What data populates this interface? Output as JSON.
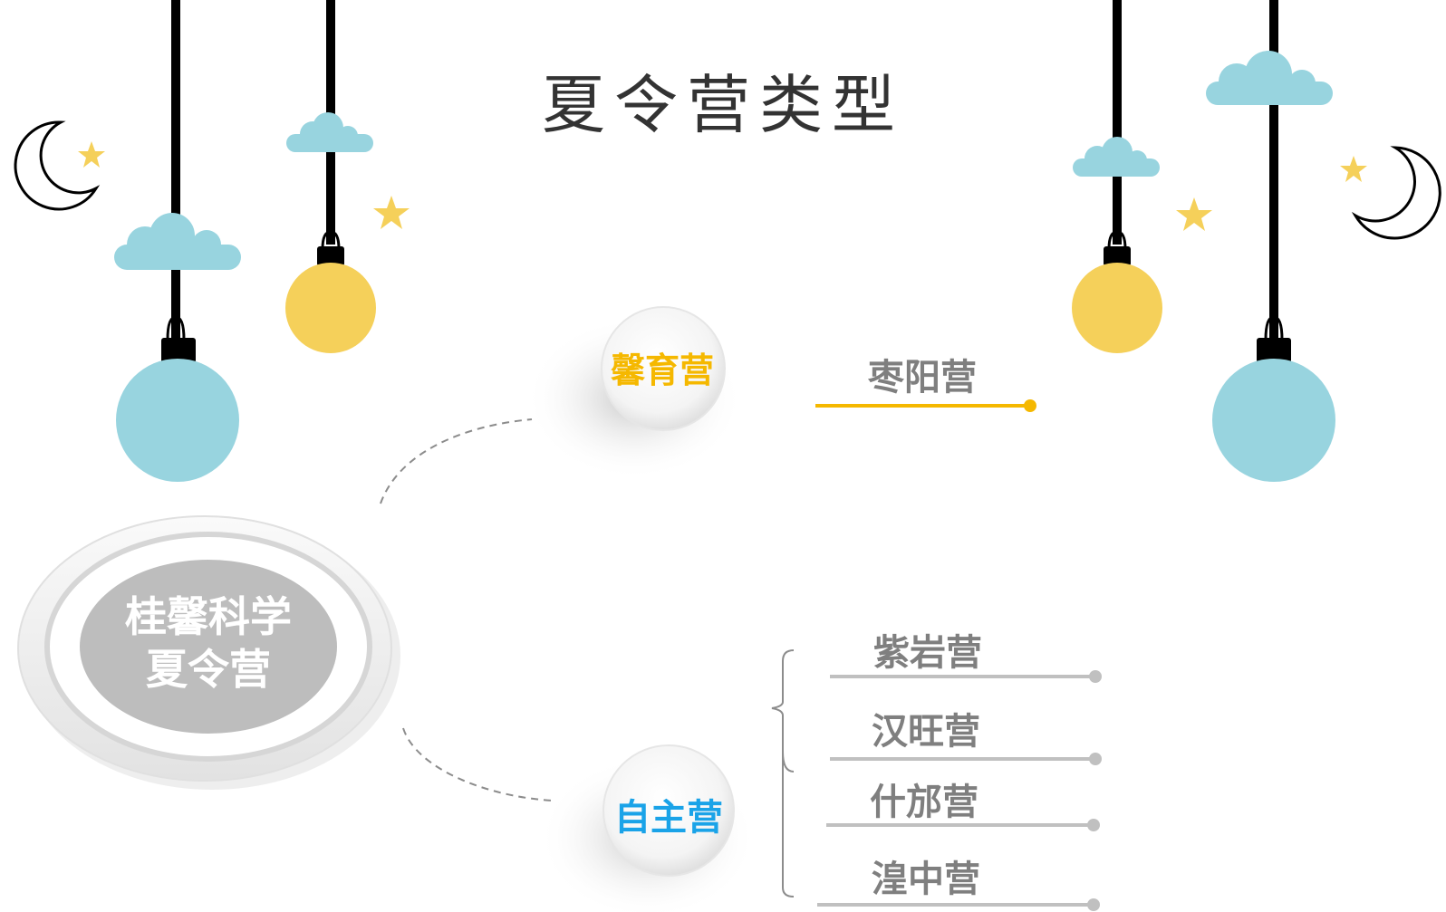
{
  "slide": {
    "title": "夏令营类型"
  },
  "center": {
    "line1": "桂馨科学",
    "line2": "夏令营"
  },
  "branches": [
    {
      "name": "馨育营",
      "color": "#f5b800",
      "items": [
        "枣阳营"
      ],
      "item_line_color": "#f5b800"
    },
    {
      "name": "自主营",
      "color": "#1aa3e8",
      "items": [
        "紫岩营",
        "汉旺营",
        "什邡营",
        "湟中营"
      ],
      "item_line_color": "#c0c0c0"
    }
  ],
  "decor": {
    "cloud_color": "#98d4df",
    "yellow_ball_color": "#f5d05a",
    "blue_ball_color": "#98d4df",
    "star_color": "#f5d05a",
    "string_color": "#000000"
  }
}
